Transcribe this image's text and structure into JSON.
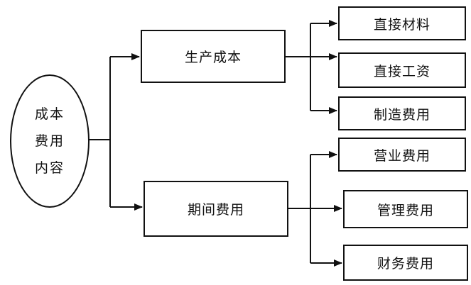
{
  "diagram": {
    "root": {
      "lines": [
        "成本",
        "费用",
        "内容"
      ]
    },
    "level1": [
      {
        "label": "生产成本"
      },
      {
        "label": "期间费用"
      }
    ],
    "level2_production": [
      {
        "label": "直接材料"
      },
      {
        "label": "直接工资"
      },
      {
        "label": "制造费用"
      }
    ],
    "level2_period": [
      {
        "label": "营业费用"
      },
      {
        "label": "管理费用"
      },
      {
        "label": "财务费用"
      }
    ]
  }
}
